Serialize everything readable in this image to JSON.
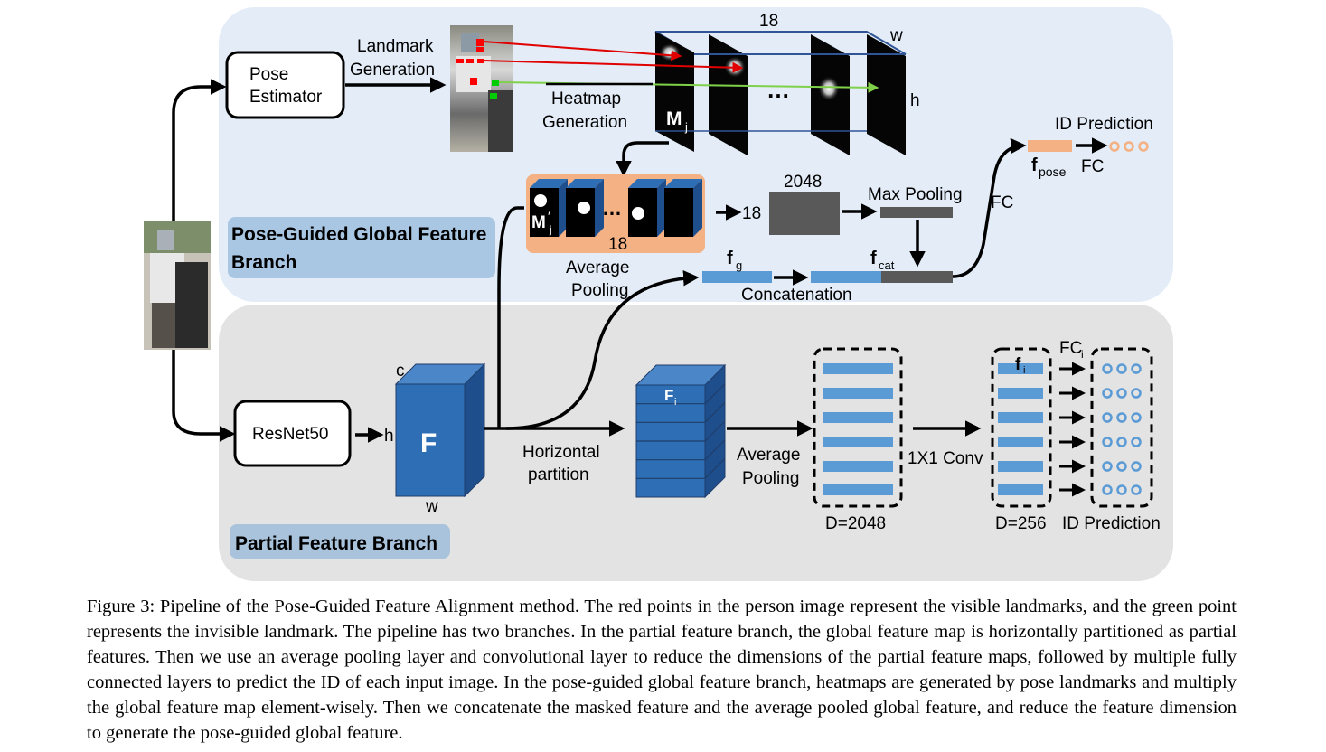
{
  "pose_branch": {
    "title_line1": "Pose-Guided Global Feature",
    "title_line2": "Branch",
    "pose_estimator_line1": "Pose",
    "pose_estimator_line2": "Estimator",
    "landmark_line1": "Landmark",
    "landmark_line2": "Generation",
    "heatmap_line1": "Heatmap",
    "heatmap_line2": "Generation",
    "cube_depth": "18",
    "cube_w": "w",
    "cube_h": "h",
    "ellipsis": "…",
    "mj_main": "M",
    "mj_sub": "j",
    "mjp_main": "M",
    "mjp_sub": "j",
    "mjp_prime": "′",
    "masked_count": "18",
    "arrow_count": "18",
    "avg_pool_line1": "Average",
    "avg_pool_line2": "Pooling",
    "dim_2048": "2048",
    "max_pooling": "Max Pooling",
    "fg_main": "f",
    "fg_sub": "g",
    "fcat_main": "f",
    "fcat_sub": "cat",
    "concatenation": "Concatenation",
    "fc_vertical": "FC",
    "id_prediction": "ID Prediction",
    "fpose_main": "f",
    "fpose_sub": "pose",
    "fc_label": "FC"
  },
  "partial_branch": {
    "title": "Partial Feature Branch",
    "resnet": "ResNet50",
    "h": "h",
    "c": "c",
    "w": "w",
    "F": "F",
    "horiz_line1": "Horizontal",
    "horiz_line2": "partition",
    "fi_main": "F",
    "fi_sub": "i",
    "avg_line1": "Average",
    "avg_line2": "Pooling",
    "conv": "1X1 Conv",
    "d2048": "D=2048",
    "d256": "D=256",
    "small_fi_main": "f",
    "small_fi_sub": "i",
    "fci_main": "FC",
    "fci_sub": "i",
    "id_prediction": "ID Prediction"
  },
  "colors": {
    "top_panel": "#e3ecf7",
    "bottom_panel": "#e3e3e3",
    "pose_title_bg": "#a9c7e3",
    "partial_title_bg": "#a9c3dc",
    "feature_blue": "#2e6eb5",
    "stripe_blue": "#5b9bd5",
    "orange": "#f4b183",
    "gray_feature": "#595959",
    "red_point": "#ff0000",
    "green_point": "#00cc00"
  },
  "caption": "Figure 3: Pipeline of the Pose-Guided Feature Alignment method. The red points in the person image represent the visible landmarks, and the green point represents the invisible landmark. The pipeline has two branches. In the partial feature branch, the global feature map is horizontally partitioned as partial features. Then we use an average pooling layer and convolutional layer to reduce the dimensions of the partial feature maps, followed by multiple fully connected layers to predict the ID of each input image. In the pose-guided global feature branch, heatmaps are generated by pose landmarks and multiply the global feature map element-wisely. Then we concatenate the masked feature and the average pooled global feature, and reduce the feature dimension to generate the pose-guided global feature."
}
